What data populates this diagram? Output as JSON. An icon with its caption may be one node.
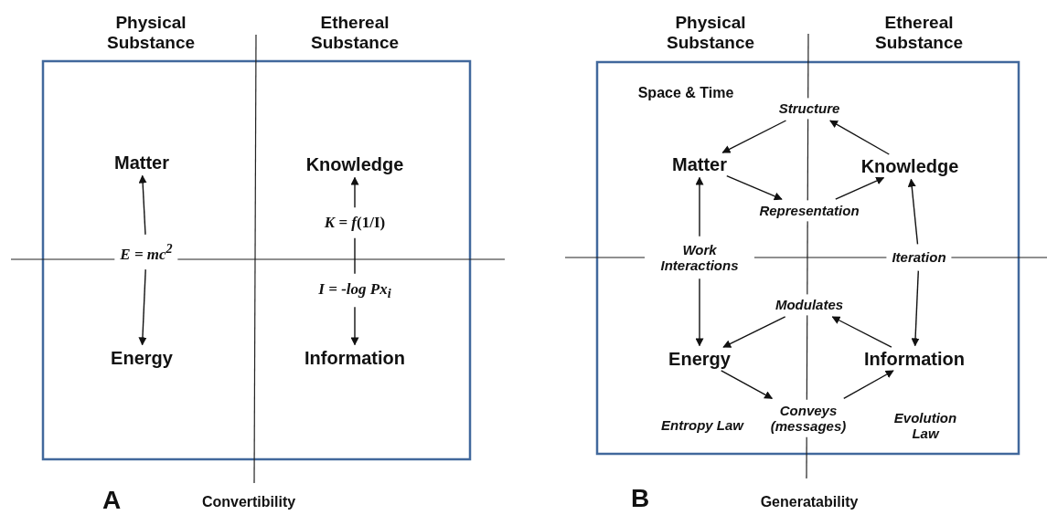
{
  "diagram": {
    "nodes": [
      {
        "text": [
          "Matter"
        ]
      },
      {
        "text": [
          "Knowledge"
        ]
      },
      {
        "text": [
          "*K* = *f*(1/I)"
        ]
      },
      {
        "text": [
          "E = mc$^{2}$"
        ]
      },
      {
        "text": [
          "I = -log Px$_{i}$"
        ]
      },
      {
        "text": [
          "Energy"
        ]
      },
      {
        "text": [
          "Information"
        ]
      },
      {
        "text": [
          "Structure"
        ]
      },
      {
        "text": [
          "Matter"
        ]
      },
      {
        "text": [
          "Knowledge"
        ]
      },
      {
        "text": [
          "Representation"
        ]
      },
      {
        "text": [
          "Work Interactions"
        ]
      },
      {
        "text": [
          "Iteration"
        ]
      },
      {
        "text": [
          "Modulates"
        ]
      },
      {
        "text": [
          "Energy"
        ]
      },
      {
        "text": [
          "Information"
        ]
      },
      {
        "text": [
          "Conveys (messages)"
        ]
      }
    ],
    "edges": [
      {
        "from": 3,
        "to": 0,
        "arrow": "to"
      },
      {
        "from": 3,
        "to": 5,
        "arrow": "to"
      },
      {
        "from": 2,
        "to": 1,
        "arrow": "to"
      },
      {
        "from": 4,
        "to": 2,
        "arrow": "none"
      },
      {
        "from": 4,
        "to": 6,
        "arrow": "to"
      },
      {
        "from": 9,
        "to": 7,
        "arrow": "to"
      },
      {
        "from": 7,
        "to": 8,
        "arrow": "to"
      },
      {
        "from": 8,
        "to": 10,
        "arrow": "to"
      },
      {
        "from": 10,
        "to": 9,
        "arrow": "to"
      },
      {
        "from": 11,
        "to": 8,
        "arrow": "to"
      },
      {
        "from": 11,
        "to": 14,
        "arrow": "to"
      },
      {
        "from": 12,
        "to": 9,
        "arrow": "to"
      },
      {
        "from": 12,
        "to": 15,
        "arrow": "to"
      },
      {
        "from": 15,
        "to": 13,
        "arrow": "to"
      },
      {
        "from": 13,
        "to": 14,
        "arrow": "to"
      },
      {
        "from": 14,
        "to": 16,
        "arrow": "to"
      },
      {
        "from": 16,
        "to": 15,
        "arrow": "to"
      }
    ],
    "labels": [
      "Physical Substance",
      "Ethereal Substance",
      "Physical Substance",
      "Ethereal Substance",
      "Space & Time",
      "Entropy Law",
      "Evolution Law",
      "A",
      "Convertibility",
      "B",
      "Generatability"
    ]
  }
}
